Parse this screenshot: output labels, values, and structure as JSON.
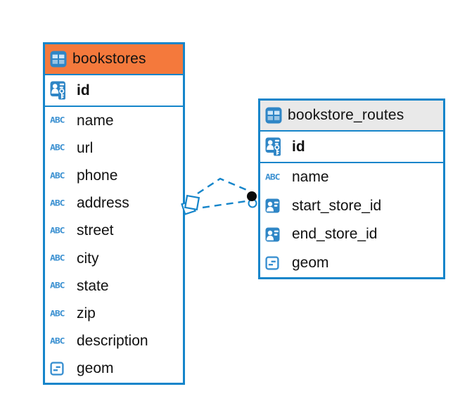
{
  "colors": {
    "primary_blue": "#1585CA",
    "icon_blue": "#2F86C6",
    "type_icon_blue": "#3A90D1",
    "header_orange": "#F4793C",
    "header_gray": "#E9E9E9",
    "text": "#111111",
    "marker_black": "#0A0A0A",
    "background": "#FFFFFF"
  },
  "icons": {
    "text_label": "ABC",
    "table_icon": "table-grid-icon",
    "pk_icon": "primary-key-person-icon",
    "ref_icon": "person-badge-icon",
    "geometry_icon": "geometry-box-icon"
  },
  "tables": [
    {
      "name": "bookstores",
      "header_color": "#F4793C",
      "pk": "id",
      "columns": [
        {
          "name": "name",
          "type": "text"
        },
        {
          "name": "url",
          "type": "text"
        },
        {
          "name": "phone",
          "type": "text"
        },
        {
          "name": "address",
          "type": "text"
        },
        {
          "name": "street",
          "type": "text"
        },
        {
          "name": "city",
          "type": "text"
        },
        {
          "name": "state",
          "type": "text"
        },
        {
          "name": "zip",
          "type": "text"
        },
        {
          "name": "description",
          "type": "text"
        },
        {
          "name": "geom",
          "type": "geometry"
        }
      ]
    },
    {
      "name": "bookstore_routes",
      "header_color": "#E9E9E9",
      "pk": "id",
      "columns": [
        {
          "name": "name",
          "type": "text"
        },
        {
          "name": "start_store_id",
          "type": "ref"
        },
        {
          "name": "end_store_id",
          "type": "ref"
        },
        {
          "name": "geom",
          "type": "geometry"
        }
      ]
    }
  ],
  "relationship": {
    "from_table": "bookstores",
    "to_table": "bookstore_routes",
    "line_style": "dashed"
  }
}
